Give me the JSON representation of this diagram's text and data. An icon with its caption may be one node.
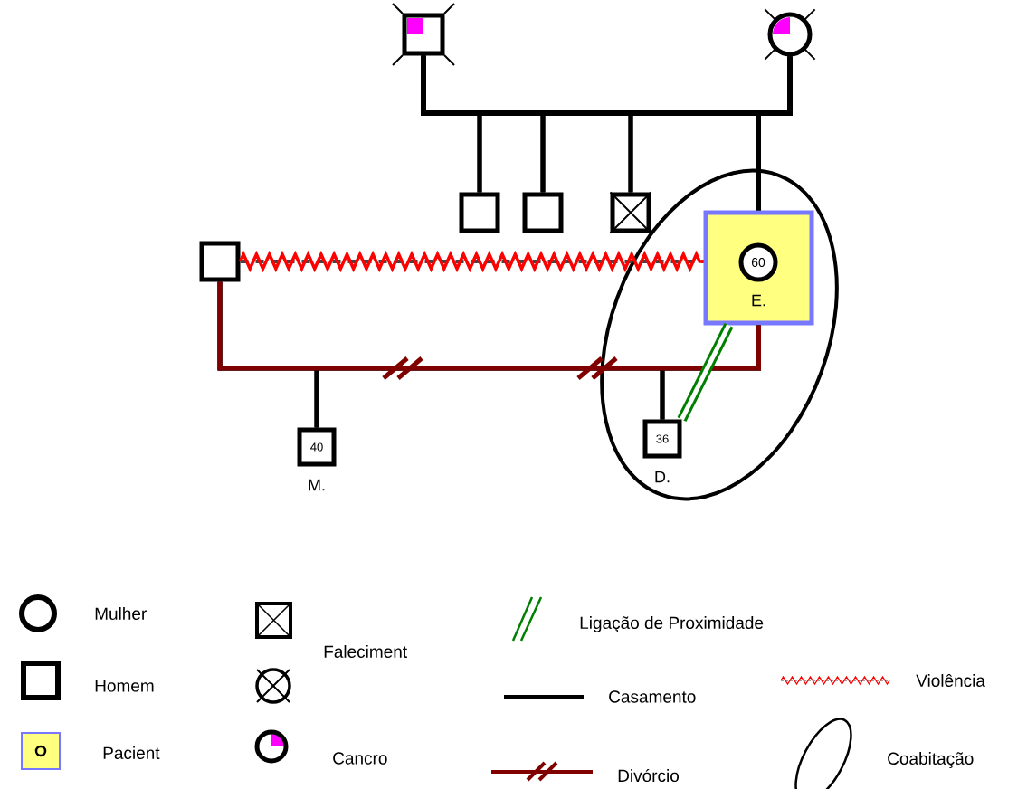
{
  "diagram": {
    "nodes": [
      {
        "text": [],
        "shape": "box"
      },
      {
        "text": [],
        "shape": "circle"
      },
      {
        "text": [],
        "shape": "box"
      },
      {
        "text": [],
        "shape": "box"
      },
      {
        "text": [],
        "shape": "box"
      },
      {
        "text": [
          "E."
        ]
      },
      {
        "text": [
          "60"
        ],
        "in": 5
      },
      {
        "text": [],
        "shape": "box"
      },
      {
        "text": [
          "40"
        ],
        "beside": [
          "M."
        ]
      },
      {
        "text": [
          "36"
        ],
        "beside": [
          "D."
        ]
      }
    ],
    "edges": [
      {
        "from": 0,
        "to": 1,
        "arrow": "none"
      },
      {
        "from": 0,
        "to": 2,
        "arrow": "none"
      },
      {
        "from": 0,
        "to": 3,
        "arrow": "none"
      },
      {
        "from": 0,
        "to": 4,
        "arrow": "none"
      },
      {
        "from": 0,
        "to": 5,
        "arrow": "none"
      },
      {
        "from": 1,
        "to": 2,
        "arrow": "none"
      },
      {
        "from": 1,
        "to": 3,
        "arrow": "none"
      },
      {
        "from": 1,
        "to": 4,
        "arrow": "none"
      },
      {
        "from": 1,
        "to": 5,
        "arrow": "none"
      },
      {
        "from": 7,
        "to": 5,
        "arrow": "none",
        "color": "#ff0000"
      },
      {
        "from": 7,
        "to": 8,
        "arrow": "none"
      },
      {
        "from": 5,
        "to": 8,
        "arrow": "none"
      },
      {
        "from": 7,
        "to": 9,
        "arrow": "none"
      },
      {
        "from": 5,
        "to": 9,
        "arrow": "none"
      },
      {
        "from": 7,
        "to": 5,
        "arrow": "none",
        "color": "#800000"
      },
      {
        "from": 5,
        "to": 9,
        "arrow": "none",
        "style": "thick",
        "color": "#008000"
      }
    ],
    "legend": [
      {
        "text": "Mulher"
      },
      {
        "text": "Homem"
      },
      {
        "text": "Pacient"
      },
      {
        "text": "Faleciment"
      },
      {
        "text": "Cancro"
      },
      {
        "text": "Ligação de Proximidade"
      },
      {
        "text": "Casamento"
      },
      {
        "text": "Divórcio"
      },
      {
        "text": "Violência"
      },
      {
        "text": "Coabitação"
      }
    ]
  }
}
